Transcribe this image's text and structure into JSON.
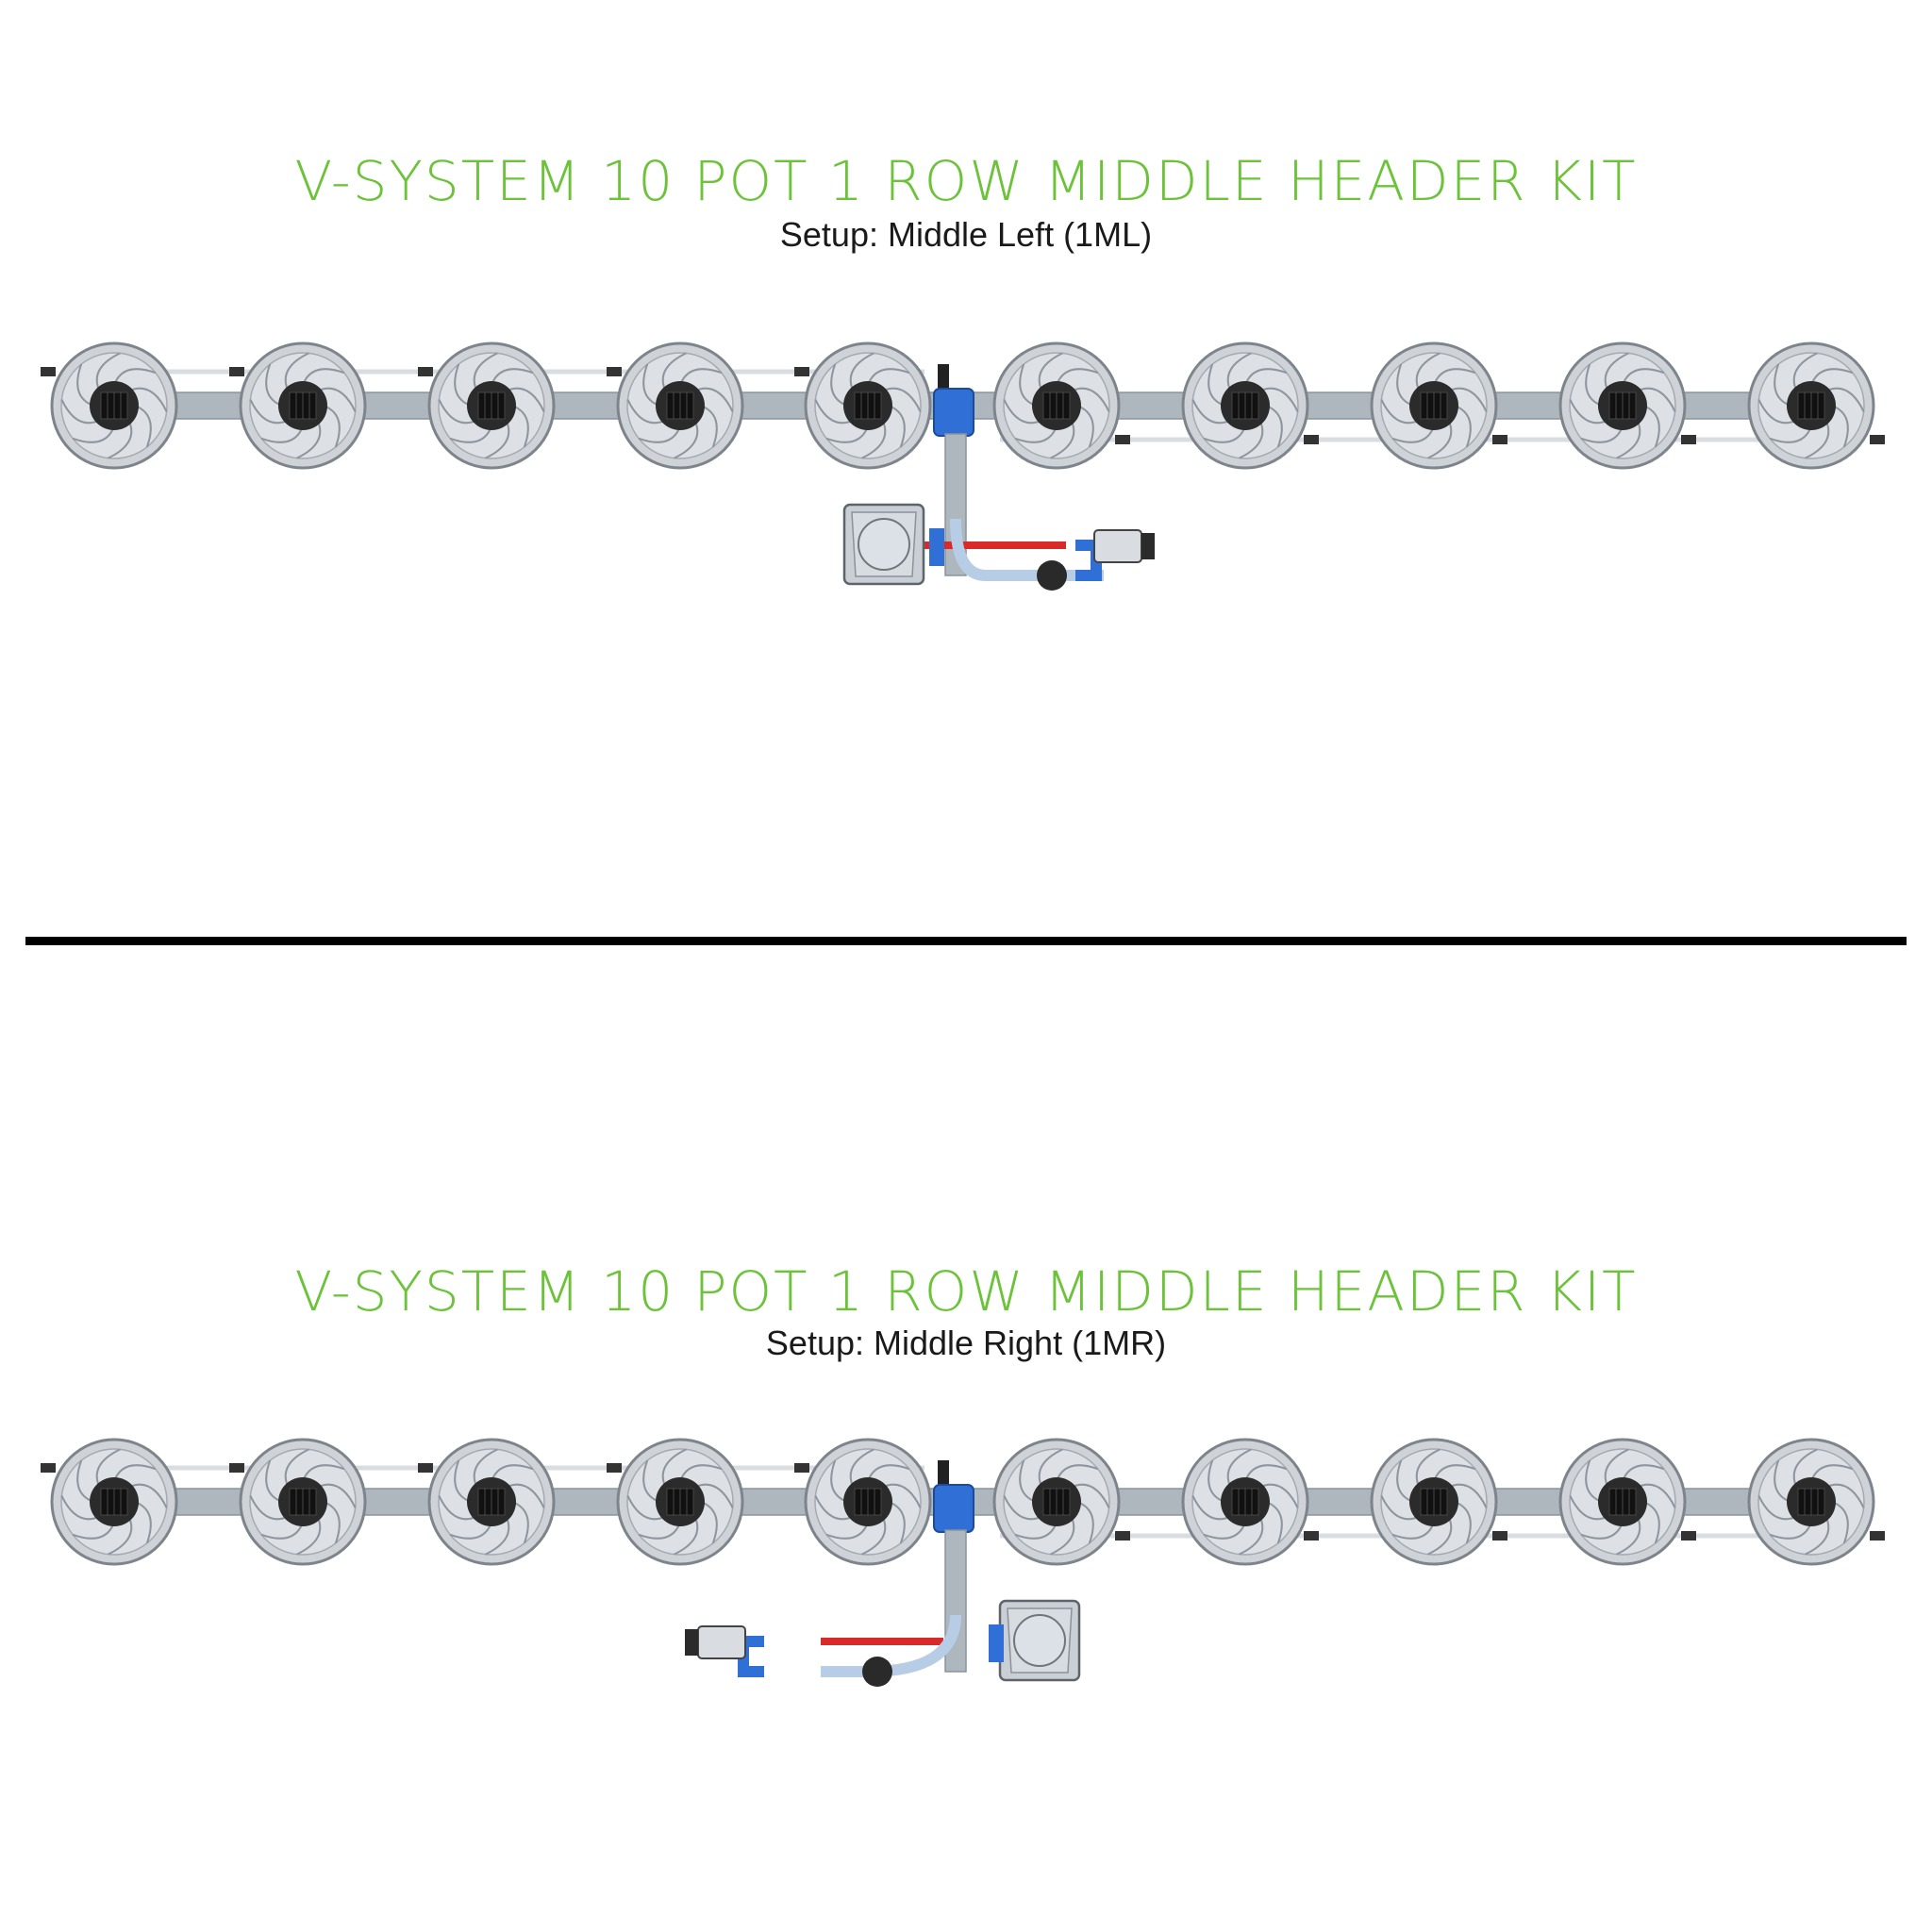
{
  "colors": {
    "title_green": "#6cc33a",
    "pot_fill": "#cfd3d8",
    "pipe_fill": "#aeb6be",
    "header_blue": "#2f6fd6",
    "return_red": "#d92a2a"
  },
  "panels": [
    {
      "title": "V-SYSTEM 10 POT 1 ROW MIDDLE HEADER KIT",
      "subtitle": "Setup: Middle Left (1ML)",
      "pot_count": 10,
      "reservoir_side": "left"
    },
    {
      "title": "V-SYSTEM 10 POT 1 ROW MIDDLE HEADER KIT",
      "subtitle": "Setup: Middle Right (1MR)",
      "pot_count": 10,
      "reservoir_side": "right"
    }
  ],
  "icons": [
    "pot-icon",
    "reservoir-icon",
    "pump-icon",
    "filter-icon",
    "valve-icon"
  ]
}
